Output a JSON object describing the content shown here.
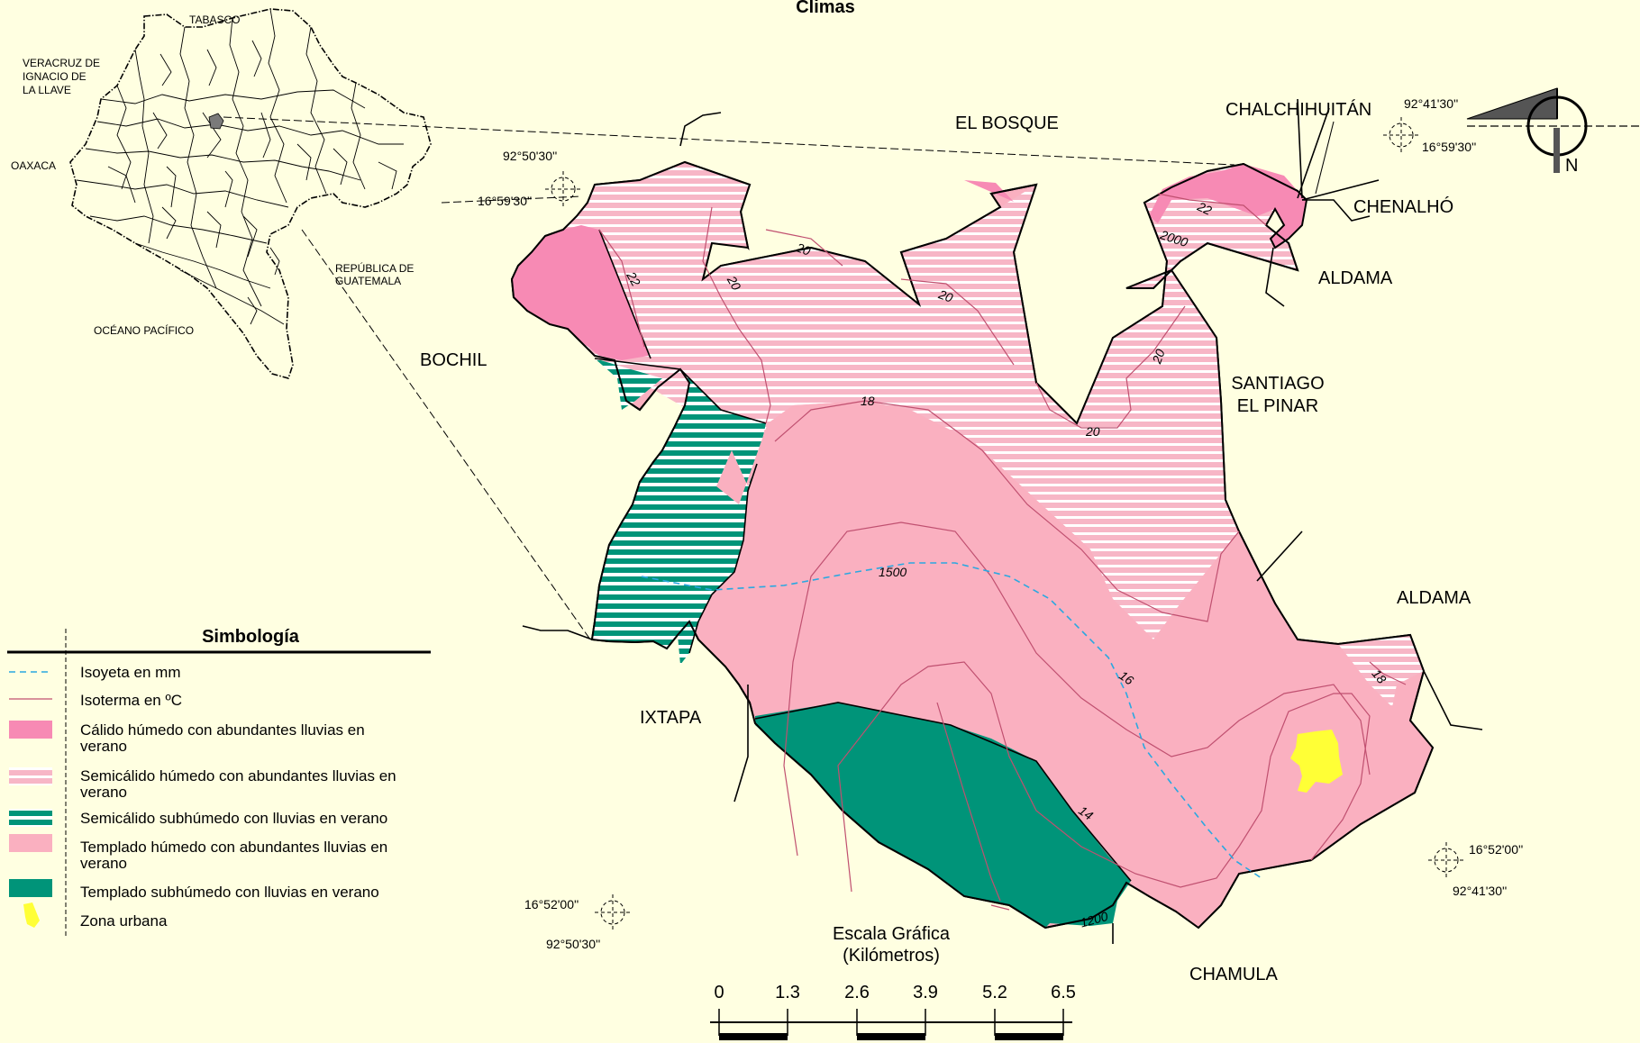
{
  "title": "Climas",
  "colors": {
    "background": "#FFFFE1",
    "calido_humedo": "#F78AB4",
    "semicalido_humedo": "#F7B6C6",
    "semicalido_subhumedo": "#009479",
    "templado_humedo": "#FAB0C0",
    "templado_subhumedo": "#009479",
    "zona_urbana": "#FFFF36",
    "isoyeta": "#2AA8E0",
    "isoterma": "#C05070"
  },
  "inset": {
    "labels": {
      "tabasco": "TABASCO",
      "veracruz_1": "VERACRUZ DE",
      "veracruz_2": "IGNACIO DE",
      "veracruz_3": "LA LLAVE",
      "oaxaca": "OAXACA",
      "guatemala_1": "REPÚBLICA DE",
      "guatemala_2": "GUATEMALA",
      "pacifico": "OCÉANO PACÍFICO"
    }
  },
  "neighbors": {
    "el_bosque": "EL BOSQUE",
    "chalchihuitan": "CHALCHIHUITÁN",
    "chenalho": "CHENALHÓ",
    "aldama_top": "ALDAMA",
    "santiago_1": "SANTIAGO",
    "santiago_2": "EL PINAR",
    "aldama_right": "ALDAMA",
    "bochil": "BOCHIL",
    "ixtapa": "IXTAPA",
    "chamula": "CHAMULA"
  },
  "coordinates": {
    "nw_lon": "92°50'30''",
    "nw_lat": "16°59'30''",
    "ne_lon": "92°41'30''",
    "ne_lat": "16°59'30''",
    "se_lat": "16°52'00''",
    "se_lon": "92°41'30''",
    "sw_lat": "16°52'00''",
    "sw_lon": "92°50'30''"
  },
  "north_label": "N",
  "isolines": {
    "t22a": "22",
    "t22b": "22",
    "t20a": "20",
    "t20b": "20",
    "t20c": "20",
    "t20d": "20",
    "t20e": "20",
    "t18a": "18",
    "t18b": "18",
    "t16": "16",
    "t14": "14",
    "p2000": "2000",
    "p1500": "1500",
    "p1200": "1200"
  },
  "legend": {
    "title": "Simbología",
    "items": [
      {
        "label": "Isoyeta en mm"
      },
      {
        "label": "Isoterma en ºC"
      },
      {
        "label_1": "Cálido húmedo con abundantes lluvias en",
        "label_2": "verano"
      },
      {
        "label_1": "Semicálido húmedo con abundantes lluvias en",
        "label_2": "verano"
      },
      {
        "label": "Semicálido subhúmedo con lluvias en verano"
      },
      {
        "label_1": "Templado húmedo con abundantes lluvias en",
        "label_2": "verano"
      },
      {
        "label": "Templado subhúmedo con lluvias en verano"
      },
      {
        "label": "Zona urbana"
      }
    ]
  },
  "scale": {
    "title": "Escala Gráfica",
    "units": "(Kilómetros)",
    "ticks": [
      "0",
      "1.3",
      "2.6",
      "3.9",
      "5.2",
      "6.5"
    ]
  }
}
